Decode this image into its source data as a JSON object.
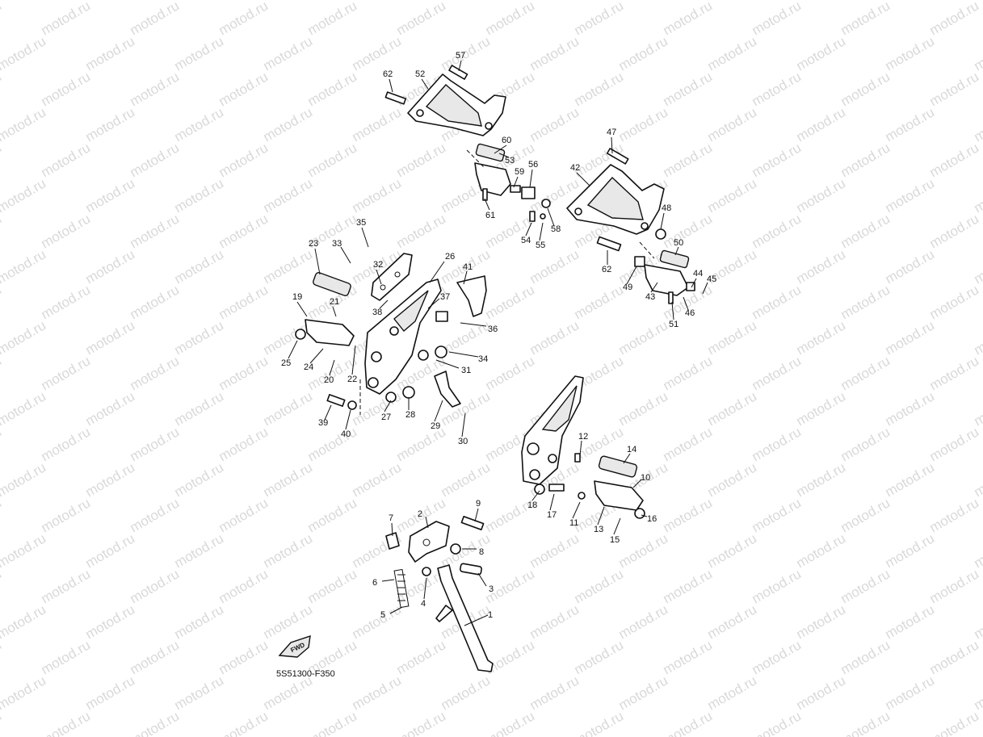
{
  "watermark": "motod.ru",
  "diagram_code": "5S51300-F350",
  "fwd_label": "FWD",
  "callouts": [
    "1",
    "2",
    "3",
    "4",
    "5",
    "6",
    "7",
    "8",
    "9",
    "10",
    "11",
    "12",
    "13",
    "14",
    "15",
    "16",
    "17",
    "18",
    "19",
    "20",
    "21",
    "22",
    "23",
    "24",
    "25",
    "26",
    "27",
    "28",
    "29",
    "30",
    "31",
    "32",
    "33",
    "34",
    "35",
    "36",
    "37",
    "38",
    "39",
    "40",
    "41",
    "42",
    "43",
    "44",
    "45",
    "46",
    "47",
    "48",
    "49",
    "50",
    "51",
    "52",
    "53",
    "54",
    "55",
    "56",
    "57",
    "58",
    "59",
    "60",
    "61",
    "62",
    "62"
  ]
}
